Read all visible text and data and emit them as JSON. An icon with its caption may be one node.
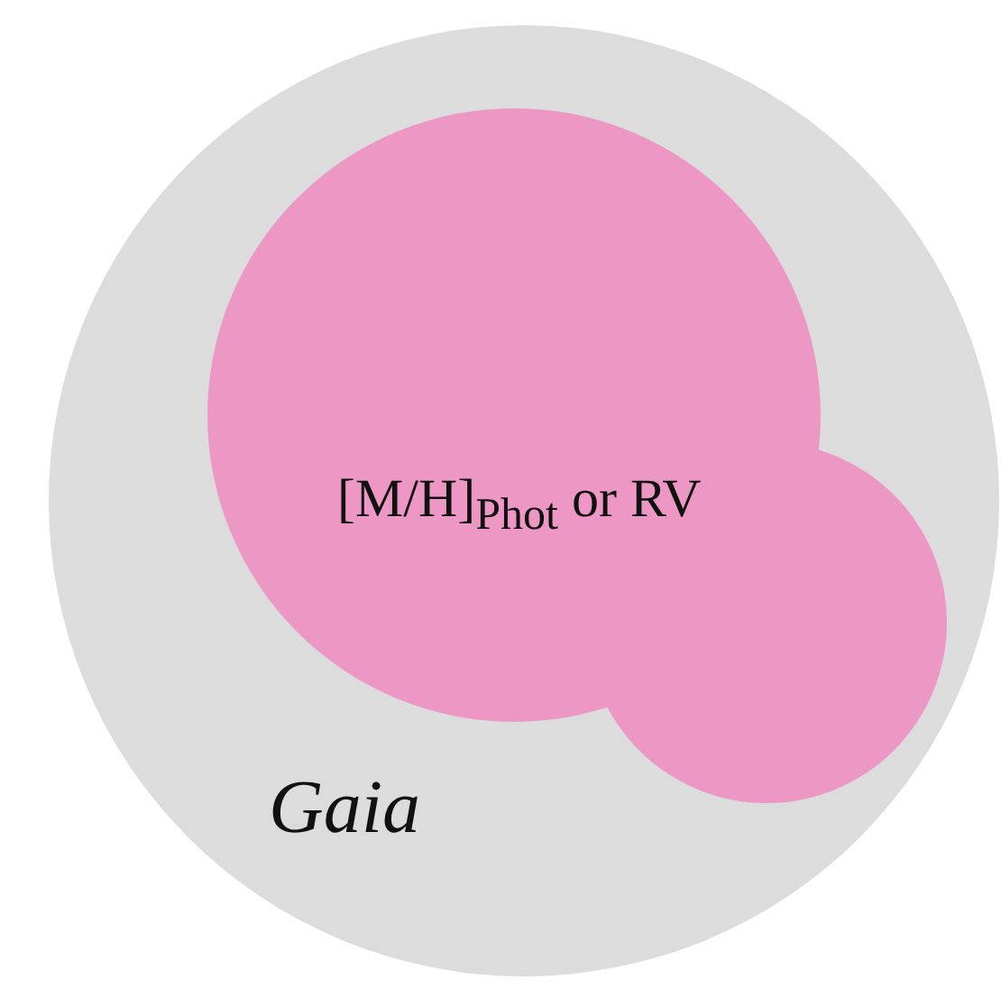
{
  "diagram": {
    "nodes": [
      {
        "text": [
          "Gaia"
        ]
      },
      {
        "text": [
          "[M/H]$_{Phot}$ or RV"
        ],
        "in": 0
      }
    ]
  }
}
